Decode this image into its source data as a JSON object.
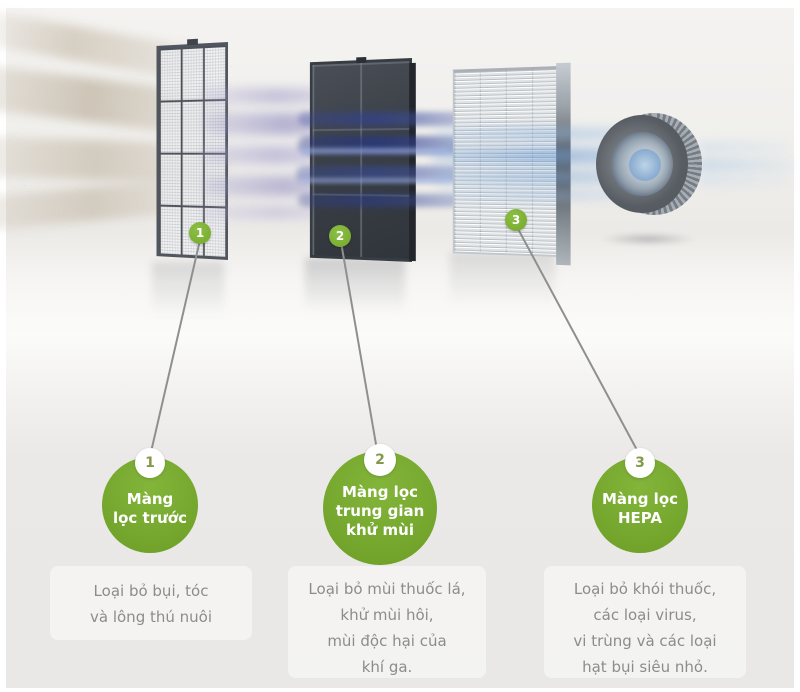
{
  "diagram": {
    "steps": [
      {
        "number": "1",
        "title_lines": [
          "Màng",
          "lọc trước"
        ],
        "description_lines": [
          "Loại bỏ bụi, tóc",
          "và lông thú nuôi"
        ]
      },
      {
        "number": "2",
        "title_lines": [
          "Màng lọc",
          "trung gian",
          "khử mùi"
        ],
        "description_lines": [
          "Loại bỏ mùi thuốc lá,",
          "khử mùi hôi,",
          "mùi độc hại của",
          "khí ga."
        ]
      },
      {
        "number": "3",
        "title_lines": [
          "Màng lọc",
          "HEPA"
        ],
        "description_lines": [
          "Loại bỏ khói thuốc,",
          "các loại virus,",
          "vi trùng và các loại",
          "hạt bụi siêu nhỏ."
        ]
      }
    ],
    "colors": {
      "accent_green": "#79ab2f",
      "badge_number_green": "#85984a",
      "leader_line_gray": "#8f8f8f",
      "description_text_gray": "#8c8c8c"
    }
  }
}
